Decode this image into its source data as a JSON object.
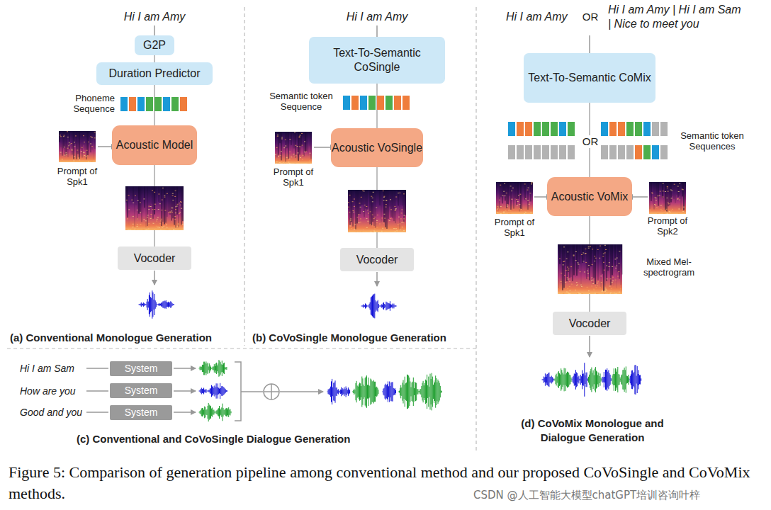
{
  "diagram": {
    "caption": "Figure 5: Comparison of generation pipeline among conventional method and our proposed CoVoSingle and CoVoMix methods.",
    "nodes": [
      {
        "text": [
          "G2P"
        ]
      },
      {
        "text": [
          "Duration Predictor"
        ]
      },
      {
        "text": [
          "Acoustic Model"
        ]
      },
      {
        "text": [
          "Vocoder"
        ]
      },
      {
        "text": [
          "Text-To-Semantic CoSingle"
        ]
      },
      {
        "text": [
          "Acoustic VoSingle"
        ]
      },
      {
        "text": [
          "Vocoder"
        ]
      },
      {
        "text": [
          "Text-To-Semantic CoMix"
        ]
      },
      {
        "text": [
          "Acoustic VoMix"
        ]
      },
      {
        "text": [
          "Vocoder"
        ]
      },
      {
        "text": [
          "System"
        ]
      },
      {
        "text": [
          "System"
        ]
      },
      {
        "text": [
          "System"
        ]
      }
    ],
    "edges": [
      {
        "from": 0,
        "to": 1,
        "arrow": "none"
      },
      {
        "from": 1,
        "to": 2,
        "arrow": "none"
      },
      {
        "from": 2,
        "to": 3,
        "arrow": "none"
      },
      {
        "from": 4,
        "to": 5,
        "arrow": "none"
      },
      {
        "from": 5,
        "to": 6,
        "arrow": "none"
      },
      {
        "from": 7,
        "to": 8,
        "arrow": "none"
      },
      {
        "from": 8,
        "to": 9,
        "arrow": "none"
      }
    ],
    "labels": [
      "Hi I am Amy",
      "Phoneme Sequence",
      "Prompt of Spk1",
      "(a) Conventional Monologue Generation",
      "Hi I am Amy",
      "Semantic token Sequence",
      "Prompt of Spk1",
      "(b) CoVoSingle Monologue Generation",
      "Hi I am Amy",
      "OR",
      "Hi I am Amy | Hi I am Sam | Nice to meet you",
      "OR",
      "Semantic token Sequences",
      "Prompt of Spk1",
      "Prompt of Spk2",
      "Mixed Mel-spectrogram",
      "(d) CoVoMix Monologue and Dialogue Generation",
      "Hi I am Sam",
      "How are you",
      "Good and you",
      "(c) Conventional and CoVoSingle Dialogue Generation",
      "CSDN @人工智能大模型chatGPT培训咨询叶梓"
    ]
  }
}
